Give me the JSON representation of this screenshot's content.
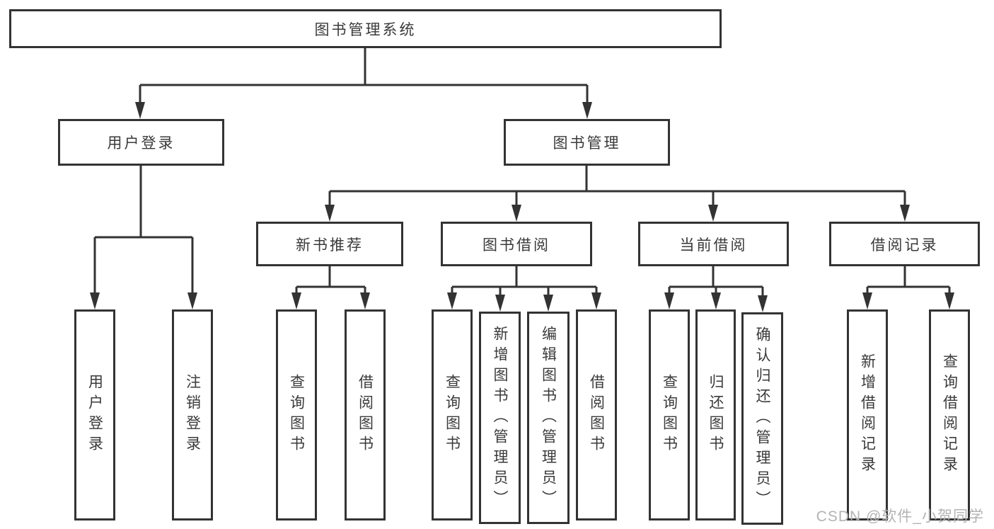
{
  "diagram": {
    "type": "hierarchy-tree",
    "tree": {
      "label": "图书管理系统",
      "children": [
        {
          "label": "用户登录",
          "children": [
            {
              "label": "用户登录"
            },
            {
              "label": "注销登录"
            }
          ]
        },
        {
          "label": "图书管理",
          "children": [
            {
              "label": "新书推荐",
              "children": [
                {
                  "label": "查询图书"
                },
                {
                  "label": "借阅图书"
                }
              ]
            },
            {
              "label": "图书借阅",
              "children": [
                {
                  "label": "查询图书"
                },
                {
                  "label": "新增图书（管理员）"
                },
                {
                  "label": "编辑图书（管理员）"
                },
                {
                  "label": "借阅图书"
                }
              ]
            },
            {
              "label": "当前借阅",
              "children": [
                {
                  "label": "查询图书"
                },
                {
                  "label": "归还图书"
                },
                {
                  "label": "确认归还（管理员）"
                }
              ]
            },
            {
              "label": "借阅记录",
              "children": [
                {
                  "label": "新增借阅记录"
                },
                {
                  "label": "查询借阅记录"
                }
              ]
            }
          ]
        }
      ]
    },
    "colors": {
      "line": "#333333",
      "box_border": "#333333",
      "box_fill": "#ffffff",
      "text": "#3a3a3a",
      "background": "#ffffff"
    }
  },
  "watermark": {
    "text": "CSDN @软件_小贺同学",
    "color": "#b3b3b3"
  }
}
